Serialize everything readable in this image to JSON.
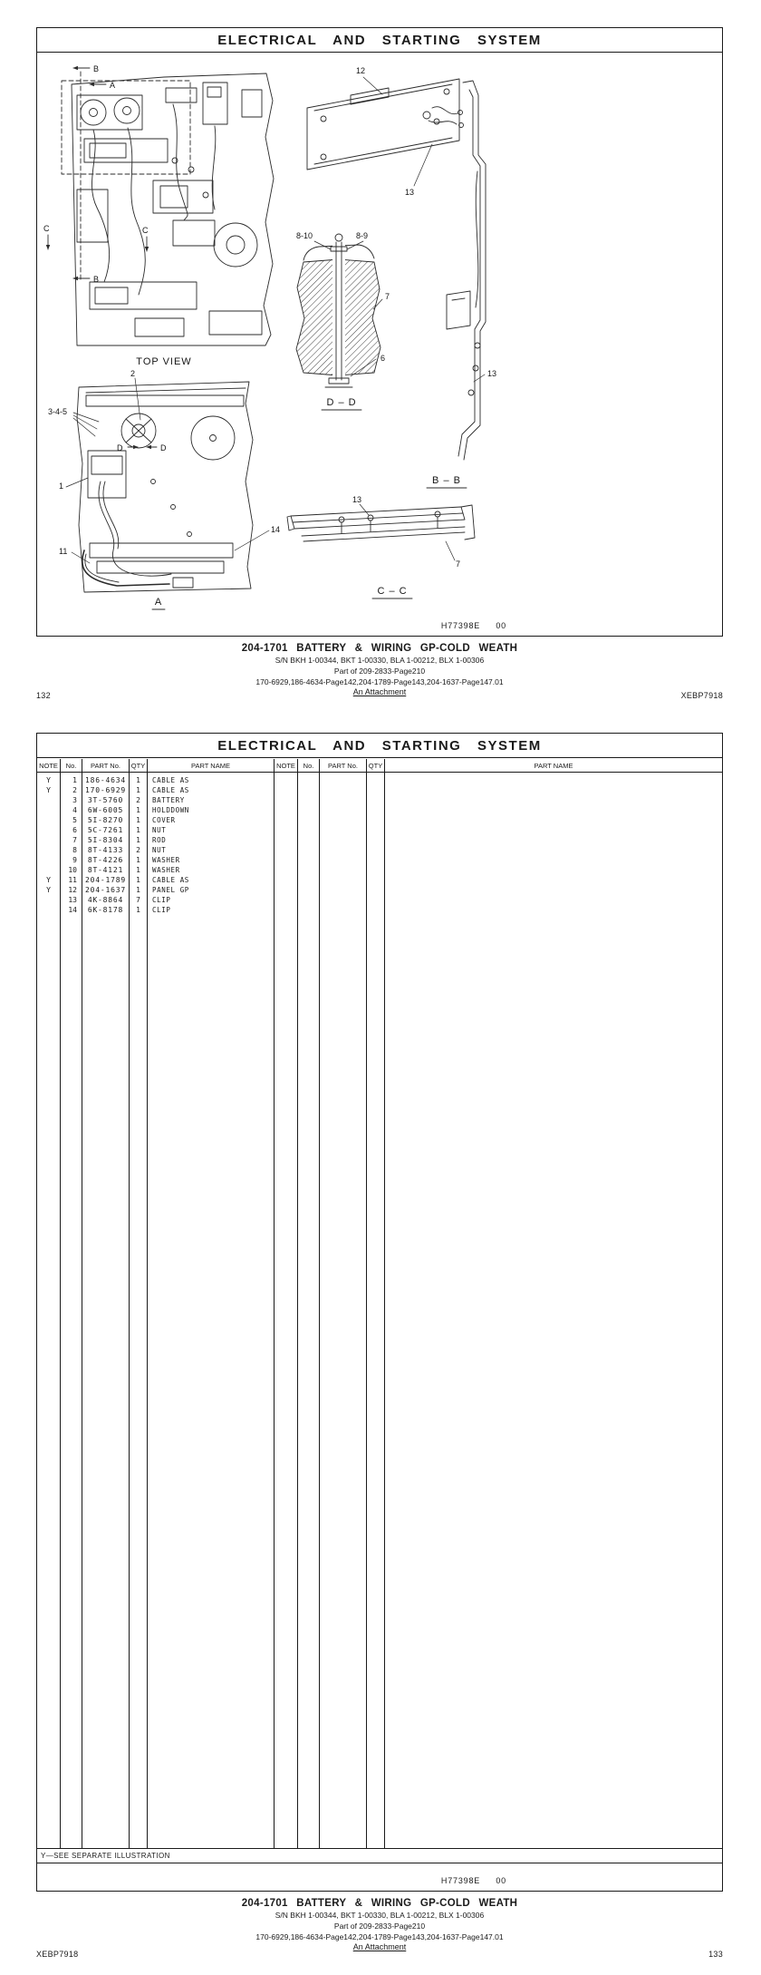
{
  "shared": {
    "title": "ELECTRICAL AND STARTING SYSTEM",
    "doc_ref": {
      "code": "H77398E",
      "rev": "00"
    },
    "doc_code": "XEBP7918",
    "caption": {
      "group_title": "204-1701 BATTERY & WIRING GP-COLD WEATH",
      "serial_line": "S/N BKH 1-00344, BKT 1-00330, BLA 1-00212, BLX 1-00306",
      "part_of_line": "Part of 209-2833-Page210",
      "pages_line": "170-6929,186-4634-Page142,204-1789-Page143,204-1637-Page147.01",
      "attachment_line": "An Attachment"
    }
  },
  "page1": {
    "page_number": "132",
    "diagram": {
      "top_view_label": "TOP VIEW",
      "view_a_label": "A",
      "section_bb_label": "B – B",
      "section_cc_label": "C – C",
      "section_dd_label": "D – D",
      "arrows": {
        "b_top": "B",
        "a_top": "A",
        "c_left": "C",
        "c_mid": "C",
        "b_bottom": "B",
        "d_left": "D",
        "d_right": "D"
      },
      "callouts": {
        "n12": "12",
        "n13_panel": "13",
        "n13_bracket": "13",
        "n8_10": "8-10",
        "n8_9": "8-9",
        "n7_battery": "7",
        "n6": "6",
        "n2": "2",
        "n3_4_5": "3-4-5",
        "n1": "1",
        "n11": "11",
        "n14": "14",
        "n13_rail": "13",
        "n7_rail": "7"
      }
    }
  },
  "page2": {
    "page_number": "133",
    "footnote": "Y—SEE SEPARATE ILLUSTRATION",
    "table": {
      "headers": [
        "NOTE",
        "No.",
        "PART No.",
        "QTY",
        "PART NAME"
      ],
      "rows": [
        {
          "note": "Y",
          "no": "1",
          "part": "186-4634",
          "qty": "1",
          "name": "CABLE AS"
        },
        {
          "note": "Y",
          "no": "2",
          "part": "170-6929",
          "qty": "1",
          "name": "CABLE AS"
        },
        {
          "note": "",
          "no": "3",
          "part": "3T-5760",
          "qty": "2",
          "name": "BATTERY"
        },
        {
          "note": "",
          "no": "4",
          "part": "6W-6005",
          "qty": "1",
          "name": "HOLDDOWN"
        },
        {
          "note": "",
          "no": "5",
          "part": "5I-8270",
          "qty": "1",
          "name": "COVER"
        },
        {
          "note": "",
          "no": "6",
          "part": "5C-7261",
          "qty": "1",
          "name": "NUT"
        },
        {
          "note": "",
          "no": "7",
          "part": "5I-8304",
          "qty": "1",
          "name": "ROD"
        },
        {
          "note": "",
          "no": "8",
          "part": "8T-4133",
          "qty": "2",
          "name": "NUT"
        },
        {
          "note": "",
          "no": "9",
          "part": "8T-4226",
          "qty": "1",
          "name": "WASHER"
        },
        {
          "note": "",
          "no": "10",
          "part": "8T-4121",
          "qty": "1",
          "name": "WASHER"
        },
        {
          "note": "Y",
          "no": "11",
          "part": "204-1789",
          "qty": "1",
          "name": "CABLE AS"
        },
        {
          "note": "Y",
          "no": "12",
          "part": "204-1637",
          "qty": "1",
          "name": "PANEL GP"
        },
        {
          "note": "",
          "no": "13",
          "part": "4K-8864",
          "qty": "7",
          "name": "CLIP"
        },
        {
          "note": "",
          "no": "14",
          "part": "6K-8178",
          "qty": "1",
          "name": "CLIP"
        }
      ]
    }
  }
}
